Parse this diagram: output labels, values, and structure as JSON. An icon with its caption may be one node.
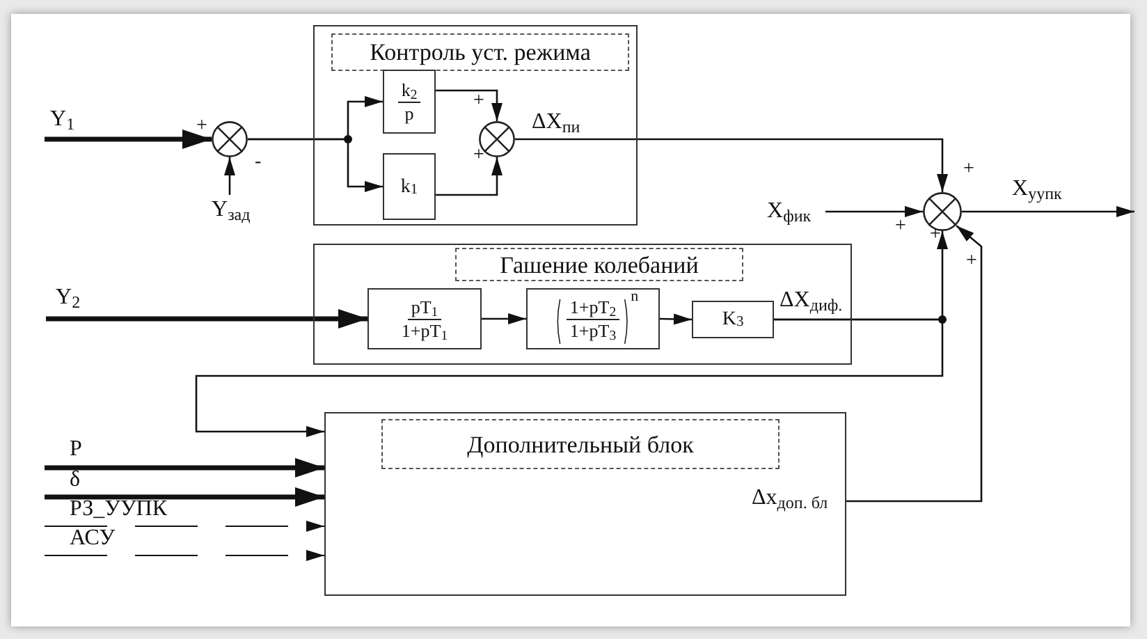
{
  "diagram": {
    "nodes": [
      {
        "text": [],
        "shape": "circle"
      },
      {
        "text": [
          "Y$_{зад}$"
        ]
      },
      {
        "text": [
          "Контроль уст. режима"
        ]
      },
      {
        "text": [
          "k$_{2}$",
          "p"
        ],
        "in": 2
      },
      {
        "text": [
          "k$_{1}$"
        ],
        "in": 2
      },
      {
        "text": [],
        "shape": "circle",
        "in": 2
      },
      {
        "text": [
          "X$_{фик}$"
        ]
      },
      {
        "text": [],
        "shape": "circle"
      },
      {
        "text": [
          "Гашение колебаний"
        ]
      },
      {
        "text": [
          "pT$_{1}$",
          "1+pT$_{1}$"
        ],
        "in": 8
      },
      {
        "text": [
          "1+pT$_{2}$",
          "1+pT$_{3}$",
          "n"
        ],
        "in": 8
      },
      {
        "text": [
          "K$_{3}$"
        ],
        "in": 8
      },
      {
        "text": [
          "Дополнительный блок"
        ]
      }
    ],
    "edges": [
      {
        "from": null,
        "to": 0,
        "arrow": "to",
        "label": "Y$_{1}$",
        "style": "thick"
      },
      {
        "from": 1,
        "to": 0,
        "arrow": "to"
      },
      {
        "from": 0,
        "to": 3,
        "arrow": "to"
      },
      {
        "from": 0,
        "to": 4,
        "arrow": "to"
      },
      {
        "from": 3,
        "to": 5,
        "arrow": "to"
      },
      {
        "from": 4,
        "to": 5,
        "arrow": "to"
      },
      {
        "from": 5,
        "to": 7,
        "arrow": "to",
        "label": "ΔX$_{пи}$"
      },
      {
        "from": 6,
        "to": 7,
        "arrow": "to"
      },
      {
        "from": 7,
        "to": null,
        "arrow": "to",
        "label": "X$_{уупк}$"
      },
      {
        "from": null,
        "to": 9,
        "arrow": "to",
        "label": "Y$_{2}$",
        "style": "thick"
      },
      {
        "from": 9,
        "to": 10,
        "arrow": "to"
      },
      {
        "from": 10,
        "to": 11,
        "arrow": "to"
      },
      {
        "from": 11,
        "to": 7,
        "arrow": "to",
        "label": "ΔX$_{диф.}$"
      },
      {
        "from": 11,
        "to": 12,
        "arrow": "to"
      },
      {
        "from": 12,
        "to": 7,
        "arrow": "to",
        "label": "Δx$_{доп. бл}$"
      },
      {
        "from": null,
        "to": 12,
        "arrow": "to",
        "label": "P",
        "style": "thick"
      },
      {
        "from": null,
        "to": 12,
        "arrow": "to",
        "label": "δ",
        "style": "thick"
      },
      {
        "from": null,
        "to": 12,
        "arrow": "to",
        "label": "РЗ_УУПК",
        "style": "dashed"
      },
      {
        "from": null,
        "to": 12,
        "arrow": "to",
        "label": "АСУ",
        "style": "dashed"
      }
    ],
    "labels": [
      "+",
      "-",
      "+",
      "+",
      "+",
      "+",
      "+",
      "+"
    ]
  }
}
